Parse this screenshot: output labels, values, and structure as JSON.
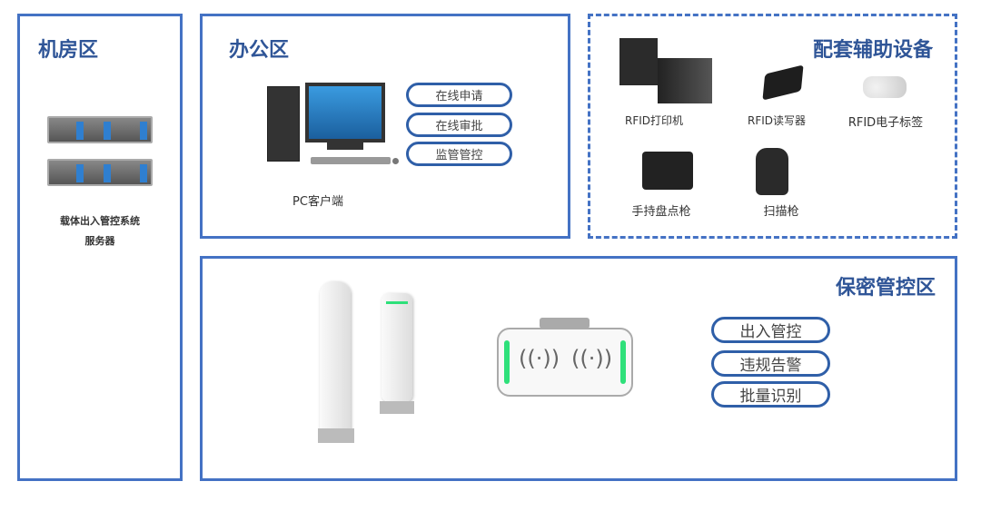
{
  "zones": {
    "server_room": {
      "title": "机房区",
      "server_label_line1": "载体出入管控系统",
      "server_label_line2": "服务器"
    },
    "office": {
      "title": "办公区",
      "pc_label": "PC客户端",
      "functions": [
        "在线申请",
        "在线审批",
        "监管管控"
      ]
    },
    "accessories": {
      "title": "配套辅助设备",
      "devices": [
        "RFID打印机",
        "RFID读写器",
        "RFID电子标签",
        "手持盘点枪",
        "扫描枪"
      ]
    },
    "secure": {
      "title": "保密管控区",
      "functions": [
        "出入管控",
        "违规告警",
        "批量识别"
      ]
    }
  },
  "colors": {
    "border": "#4472c4",
    "title": "#2f5597",
    "led": "#2ee07a"
  }
}
